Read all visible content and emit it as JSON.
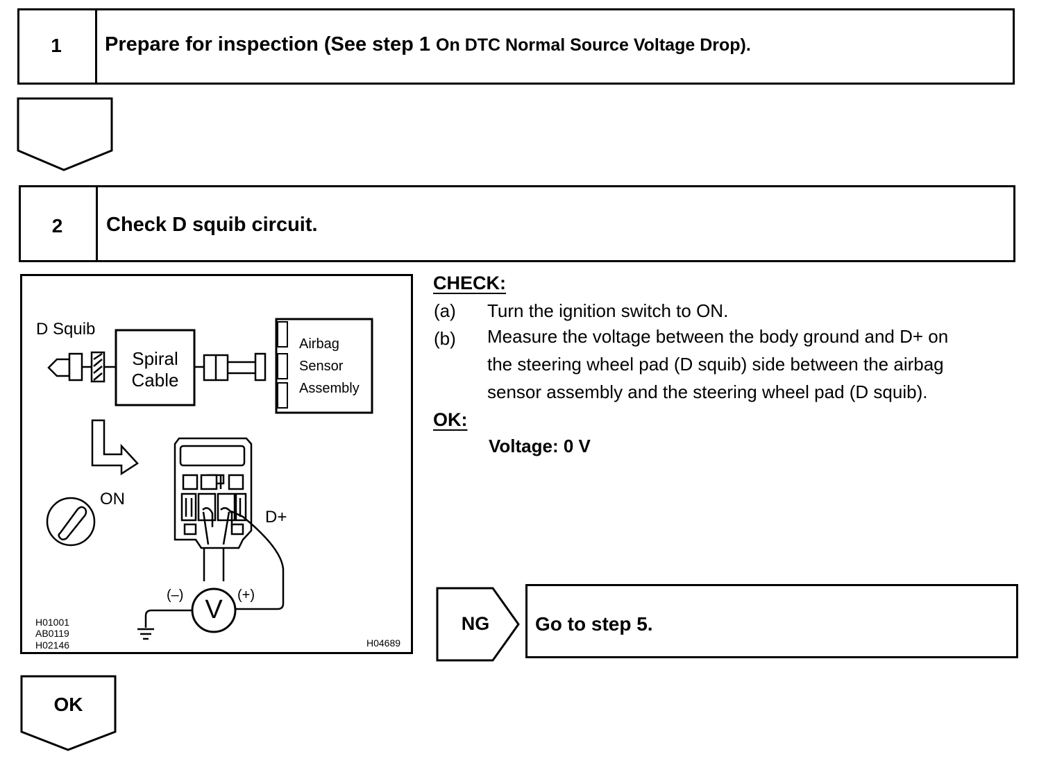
{
  "step1": {
    "number": "1",
    "title_main": "Prepare for inspection (See step 1",
    "title_small": "On DTC Normal Source Voltage Drop)."
  },
  "step2": {
    "number": "2",
    "title": "Check D squib circuit."
  },
  "diagram": {
    "d_squib": "D Squib",
    "spiral_line1": "Spiral",
    "spiral_line2": "Cable",
    "airbag_line1": "Airbag",
    "airbag_line2": "Sensor",
    "airbag_line3": "Assembly",
    "on": "ON",
    "d_plus": "D+",
    "minus": "(–)",
    "plus": "(+)",
    "meter": "V",
    "code1": "H01001",
    "code2": "AB0119",
    "code3": "H02146",
    "code4": "H04689"
  },
  "check": {
    "heading": "CHECK:",
    "a_label": "(a)",
    "a_text": "Turn the ignition switch to ON.",
    "b_label": "(b)",
    "b_line1": "Measure the voltage between the body ground and D+ on",
    "b_line2": "the steering wheel pad (D squib) side between the airbag",
    "b_line3": "sensor assembly and the steering wheel pad (D squib)."
  },
  "ok": {
    "heading": "OK:",
    "value": "Voltage: 0 V"
  },
  "ng": {
    "label": "NG",
    "action": "Go to step 5."
  },
  "ok_arrow": {
    "label": "OK"
  }
}
